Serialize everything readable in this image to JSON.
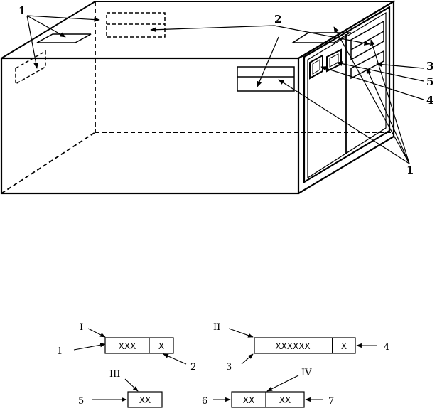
{
  "figure_top": {
    "callouts": {
      "c1_left": "1",
      "c2_top": "2",
      "c3_right": "3",
      "c5_right": "5",
      "c4_right": "4",
      "c1_bottom_right": "1"
    }
  },
  "figure_bottom": {
    "roman": {
      "I": "I",
      "II": "II",
      "III": "III",
      "IV": "IV"
    },
    "numbers": {
      "n1": "1",
      "n2": "2",
      "n3": "3",
      "n4": "4",
      "n5": "5",
      "n6": "6",
      "n7": "7"
    },
    "boxes": {
      "box1_main": "XXX",
      "box1_end": "X",
      "box2_main": "XXXXXX",
      "box2_end": "X",
      "box3": "XX",
      "box4_left": "XX",
      "box4_right": "XX"
    }
  }
}
